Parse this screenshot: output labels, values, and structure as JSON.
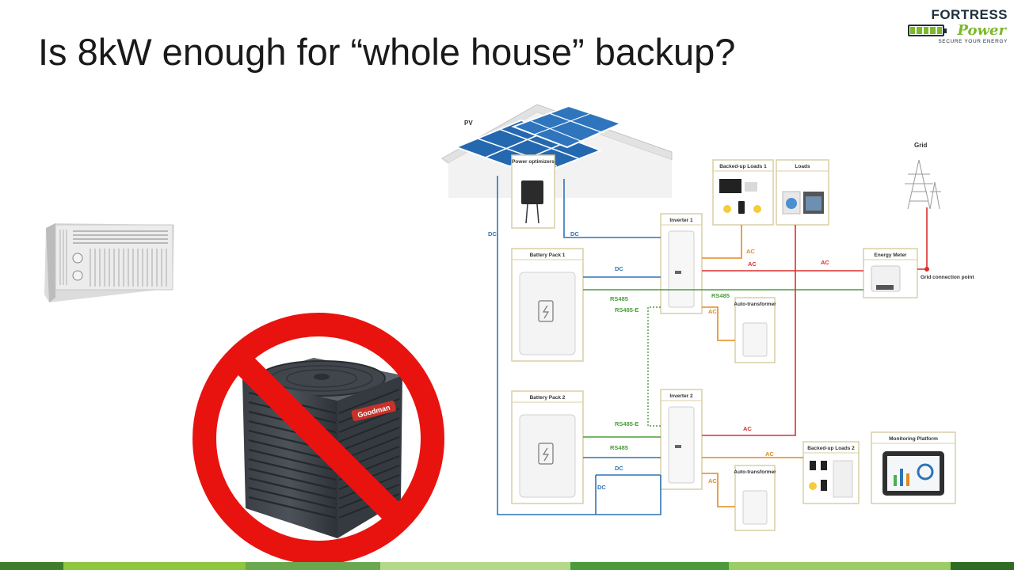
{
  "slide": {
    "title": "Is 8kW enough for “whole house” backup?"
  },
  "logo": {
    "name": "FORTRESS",
    "script": "Power",
    "tagline": "SECURE YOUR ENERGY"
  },
  "central_ac": {
    "brand": "Goodman"
  },
  "diagram": {
    "pv_label": "PV",
    "grid_label": "Grid",
    "power_optimizers": "Power optimizers",
    "battery_pack_1": "Battery Pack 1",
    "battery_pack_2": "Battery Pack 2",
    "inverter_1": "Inverter 1",
    "inverter_2": "Inverter 2",
    "backed_up_loads_1": "Backed-up Loads 1",
    "backed_up_loads_2": "Backed-up Loads 2",
    "loads": "Loads",
    "energy_meter": "Energy Meter",
    "grid_connection_point": "Grid connection point",
    "auto_transformer": "Auto-transformer",
    "monitoring_platform": "Monitoring Platform",
    "dc": "DC",
    "ac": "AC",
    "rs485": "RS485",
    "rs485e": "RS485-E"
  },
  "colors": {
    "dc_line": "#2f74b5",
    "ac_grid_line": "#d9302c",
    "ac_load_line": "#e58a1f",
    "rs485_line": "#4a9e3a",
    "box_border": "#d9cfa6",
    "prohibited": "#e8130f",
    "brand_green": "#7ab929"
  }
}
